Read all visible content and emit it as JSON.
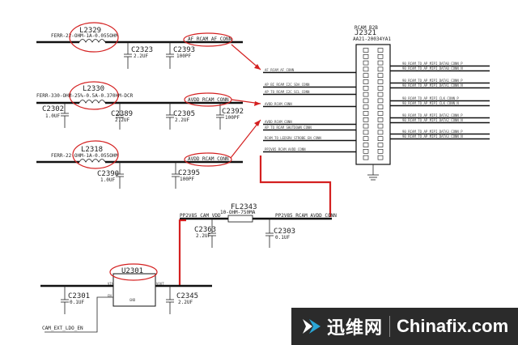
{
  "components": {
    "l2329": {
      "ref": "L2329",
      "value": "FERR-22-OHM-1A-0.055OHM"
    },
    "c2323": {
      "ref": "C2323",
      "value": "2.2UF"
    },
    "c2393": {
      "ref": "C2393",
      "value": "100PF"
    },
    "l2330": {
      "ref": "L2330",
      "value": "FERR-330-OHM-25%-0.5A-0.370HM-DCR"
    },
    "c2302": {
      "ref": "C2302",
      "value": "1.0UF"
    },
    "c2389": {
      "ref": "C2389",
      "value": "2.2UF"
    },
    "c2305": {
      "ref": "C2305",
      "value": "2.2UF"
    },
    "c2392": {
      "ref": "C2392",
      "value": "100PF"
    },
    "l2318": {
      "ref": "L2318",
      "value": "FERR-22-OHM-1A-0.055OHM"
    },
    "c2390": {
      "ref": "C2390",
      "value": "1.0UF"
    },
    "c2395": {
      "ref": "C2395",
      "value": "100PF"
    },
    "fl2343": {
      "ref": "FL2343",
      "value": "10-OHM-750MA"
    },
    "c2363": {
      "ref": "C2363",
      "value": "2.2UF"
    },
    "c2303": {
      "ref": "C2303",
      "value": "0.1UF"
    },
    "u2301": {
      "ref": "U2301",
      "value": ""
    },
    "c2301": {
      "ref": "C2301",
      "value": "0.1UF"
    },
    "c2345": {
      "ref": "C2345",
      "value": "2.2UF"
    }
  },
  "connector": {
    "ref": "J2321",
    "title": "RCAM B2B",
    "part": "AA21-20034YA1"
  },
  "nets": {
    "net_af_conn": "AF_RCAM_AF_CONN",
    "net_avdd_conn": "AVDD_RCAM_CONN",
    "net_cam_vdd": "PP2V85_CAM_VDD",
    "net_avdd": "PP2V85_RCAM_AVDD_CONN",
    "net_cam_ext": "CAM_EXT_LDO_EN"
  },
  "connector_left_pins": [
    "AF_RCAM_AF_CONN",
    "AP_BI_RCAM_I2C_SDA_CONN",
    "AP_TO_RCAM_I2C_SCL_CONN",
    "AVDD_RCAM_CONN",
    "AVDD_RCAM_CONN",
    "AP_TO_RCAM_SHUTDOWN_CONN",
    "RCAM_TO_LEDSRV_STROBE_EN_CONN",
    "PP2V85_RCAM_AVDD_CONN"
  ],
  "connector_right_pins": [
    "90_RCAM_TO_AP_MIPI_DATA0_CONN_P",
    "90_RCAM_TO_AP_MIPI_DATA0_CONN_N",
    "90_RCAM_TO_AP_MIPI_DATA1_CONN_P",
    "90_RCAM_TO_AP_MIPI_DATA1_CONN_N",
    "90_RCAM_TO_AP_MIPI_CLK_CONN_P",
    "90_RCAM_TO_AP_MIPI_CLK_CONN_N",
    "90_RCAM_TO_AP_MIPI_DATA2_CONN_P",
    "90_RCAM_TO_AP_MIPI_DATA2_CONN_N",
    "90_RCAM_TO_AP_MIPI_DATA3_CONN_P",
    "90_RCAM_TO_AP_MIPI_DATA3_CONN_N"
  ],
  "watermark": {
    "cn": "迅维网",
    "en": "Chinafix.com"
  },
  "colors": {
    "highlight": "#d42020",
    "wire": "#111111",
    "watermark_bg": "#2b2b2b",
    "logo_accent": "#2aa6d6"
  }
}
